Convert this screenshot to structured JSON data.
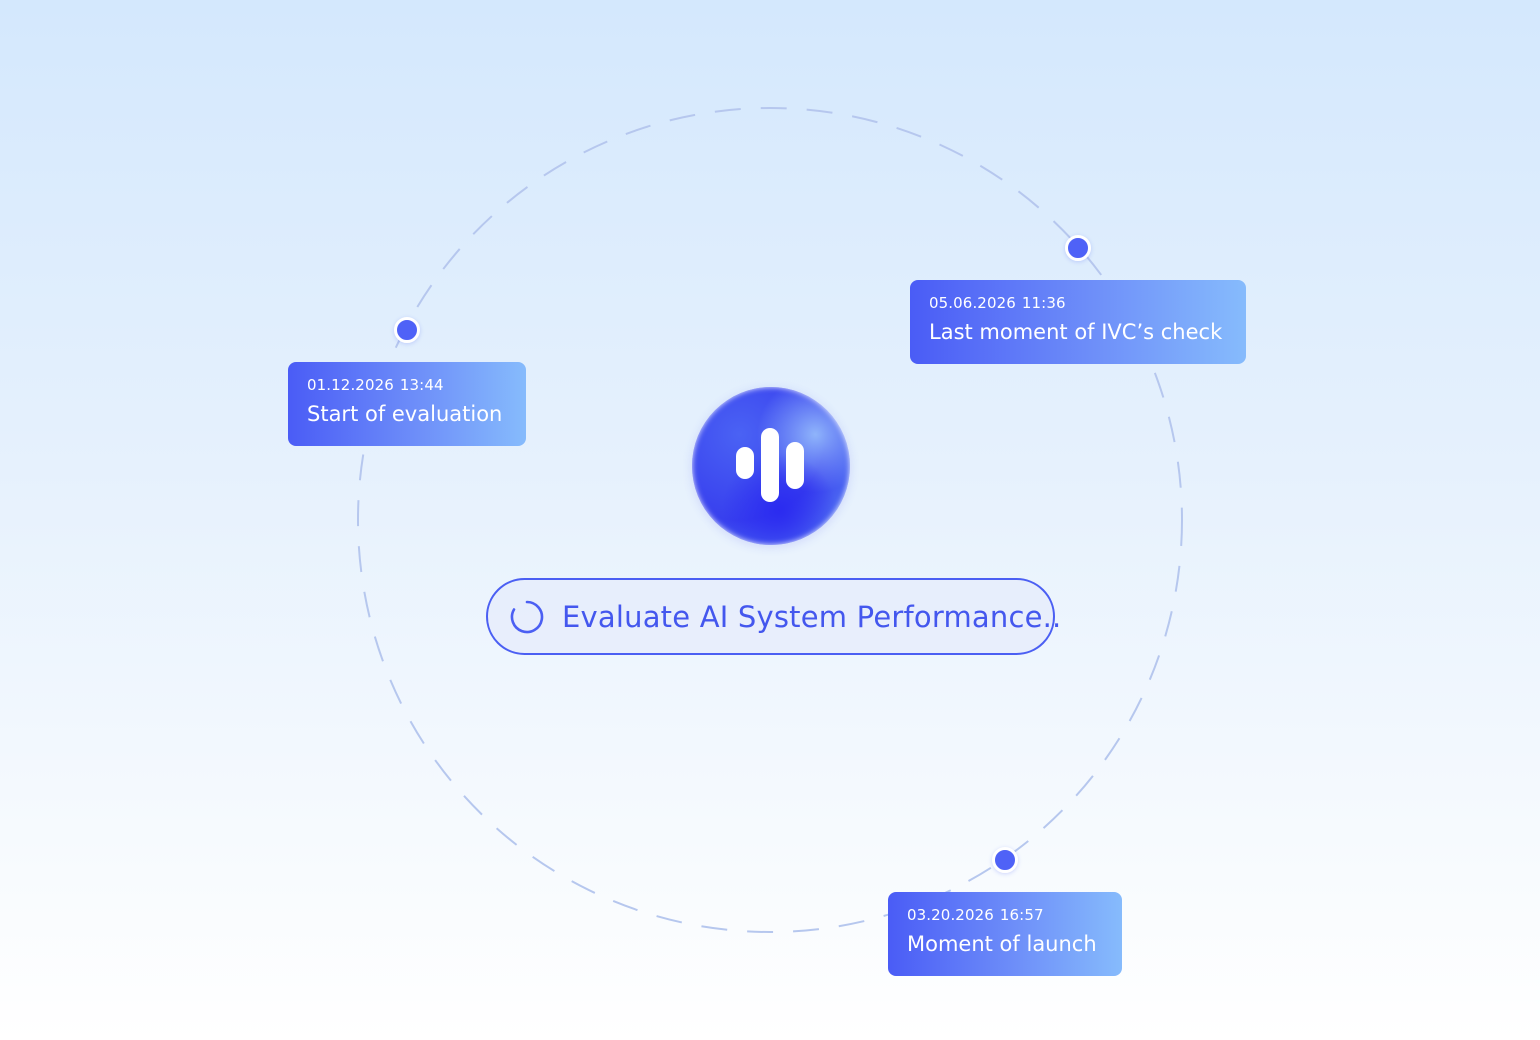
{
  "accent_color": "#4f62f7",
  "card_gradient": [
    "#4a5cf6",
    "#86bbfc"
  ],
  "center_logo": {
    "icon": "audio-bars-icon"
  },
  "status": {
    "icon": "loading-spinner-icon",
    "text": "Evaluate AI System Performance.."
  },
  "events": [
    {
      "date": "01.12.2026",
      "time": "13:44",
      "label": "Start of evaluation"
    },
    {
      "date": "05.06.2026",
      "time": "11:36",
      "label": "Last moment of IVC’s check"
    },
    {
      "date": "03.20.2026",
      "time": "16:57",
      "label": "Moment of launch"
    }
  ]
}
